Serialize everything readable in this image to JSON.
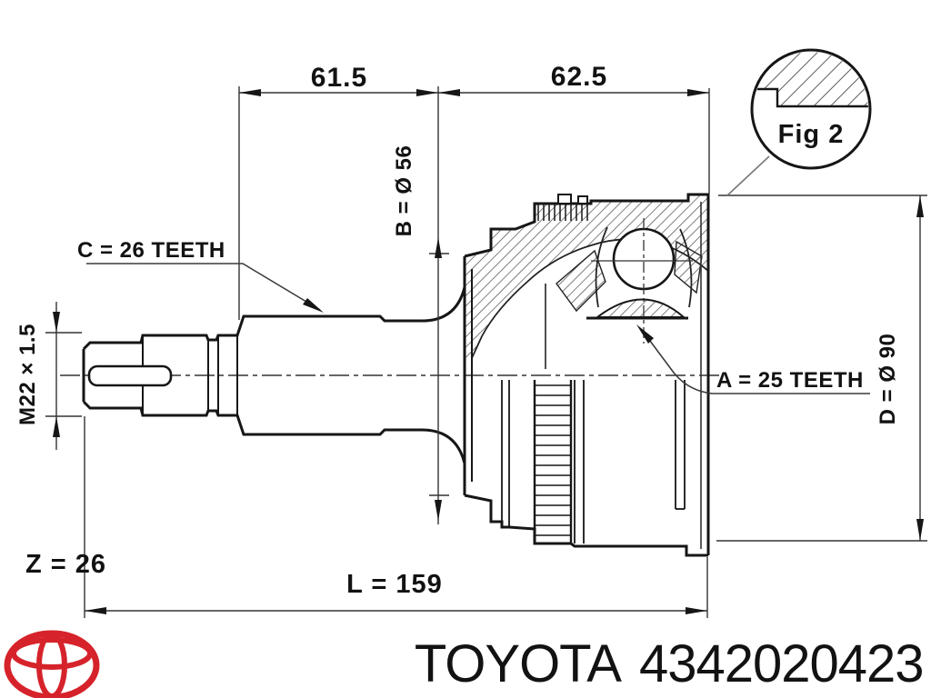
{
  "drawing": {
    "dimensions": {
      "top_left_length": "61.5",
      "top_right_length": "62.5",
      "outer_race_spline_dia": "B = Ø 56",
      "shaft_spline_teeth": "C = 26 TEETH",
      "thread_spec": "M22 × 1.5",
      "hub_spline_teeth": "A = 25 TEETH",
      "outer_diameter": "D = Ø 90",
      "abs_ring_teeth": "Z = 26",
      "total_length": "L = 159"
    },
    "figure_callout": {
      "label": "Fig 2"
    }
  },
  "title_block": {
    "brand": "TOYOTA",
    "part_number": "4342020423"
  },
  "colors": {
    "line": "#161616",
    "thin_line": "#3a3a3a",
    "brand_red": "#d6232b"
  }
}
